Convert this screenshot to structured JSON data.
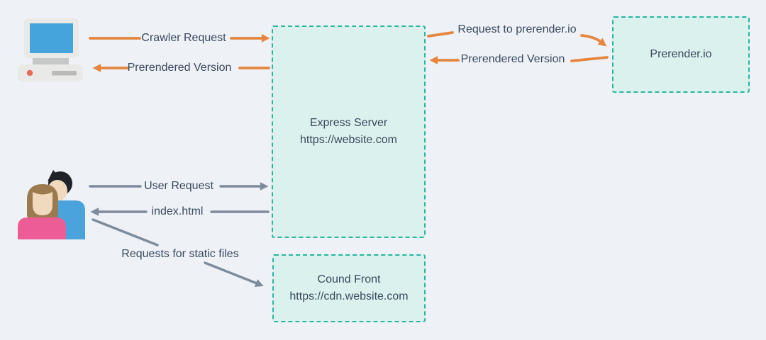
{
  "colors": {
    "accent_orange": "#E5853E",
    "gray_arrow": "#7D8B9C",
    "teal_border": "#2BB4A0",
    "box_fill": "#DBF1ED",
    "text_color": "#3A4A5E",
    "background": "#EEF1F6"
  },
  "nodes": {
    "crawler": {
      "icon": "desktop-computer-icon"
    },
    "visitors": {
      "icon": "users-icon"
    },
    "express": {
      "title": "Express Server",
      "url": "https://website.com"
    },
    "prerender": {
      "title": "Prerender.io"
    },
    "cdn": {
      "title": "Cound Front",
      "url": "https://cdn.website.com"
    }
  },
  "labels": {
    "crawler_request": "Crawler Request",
    "prerendered_version_left": "Prerendered Version",
    "request_to_prerender": "Request to prerender.io",
    "prerendered_version_right": "Prerendered Version",
    "user_request": "User Request",
    "index_html": "index.html",
    "static_files": "Requests for static files"
  }
}
